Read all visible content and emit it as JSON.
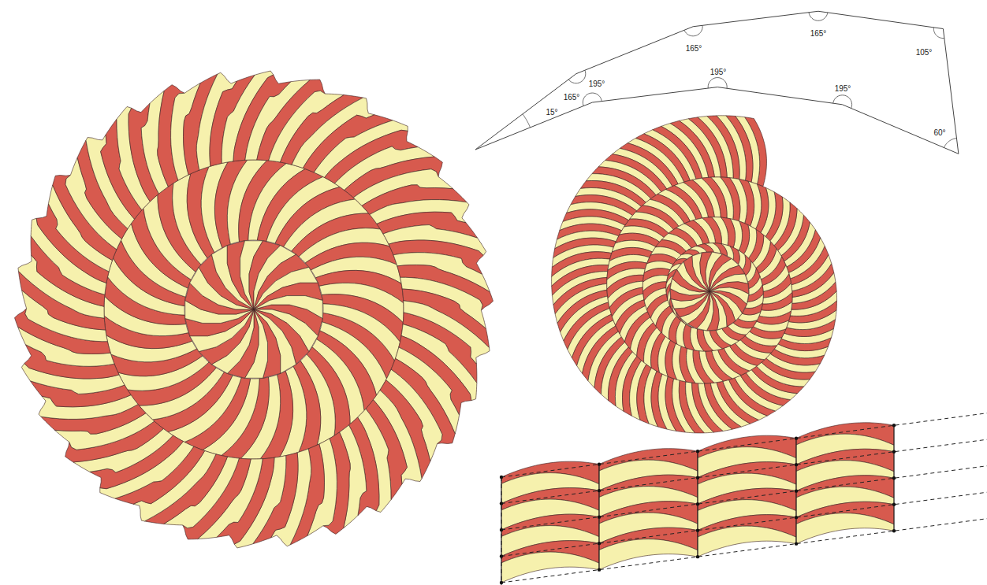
{
  "diagram": {
    "labels": [
      "15°",
      "165°",
      "195°",
      "165°",
      "195°",
      "165°",
      "195°",
      "105°",
      "60°"
    ]
  }
}
